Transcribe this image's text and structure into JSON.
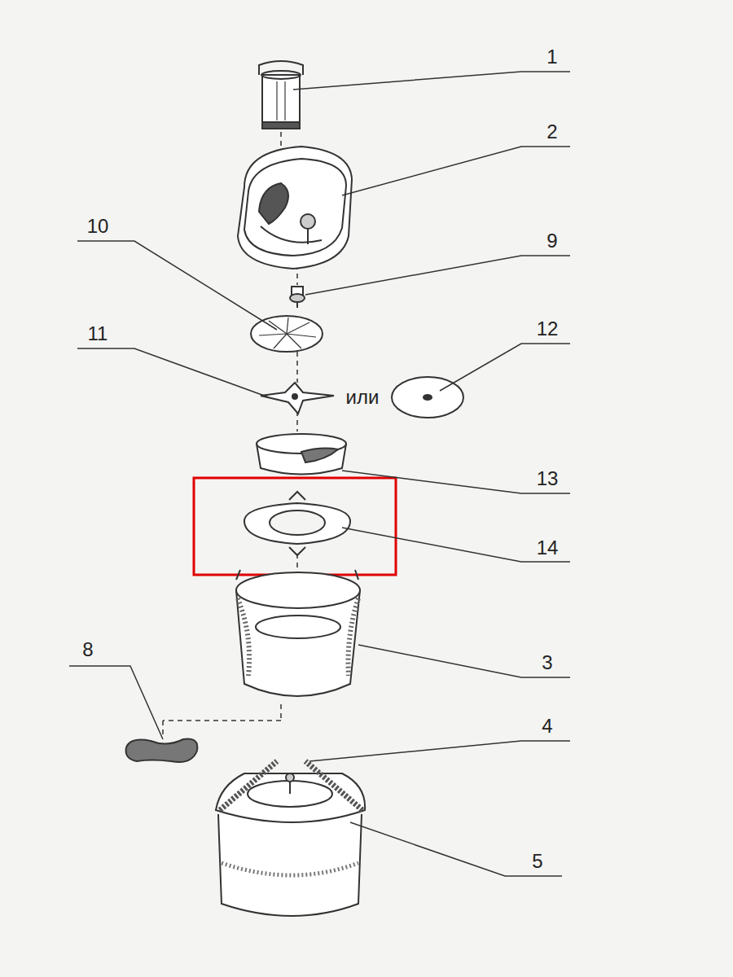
{
  "diagram": {
    "labels": [
      "1",
      "2",
      "10",
      "9",
      "11",
      "или",
      "12",
      "13",
      "14",
      "8",
      "3",
      "4",
      "5"
    ]
  }
}
